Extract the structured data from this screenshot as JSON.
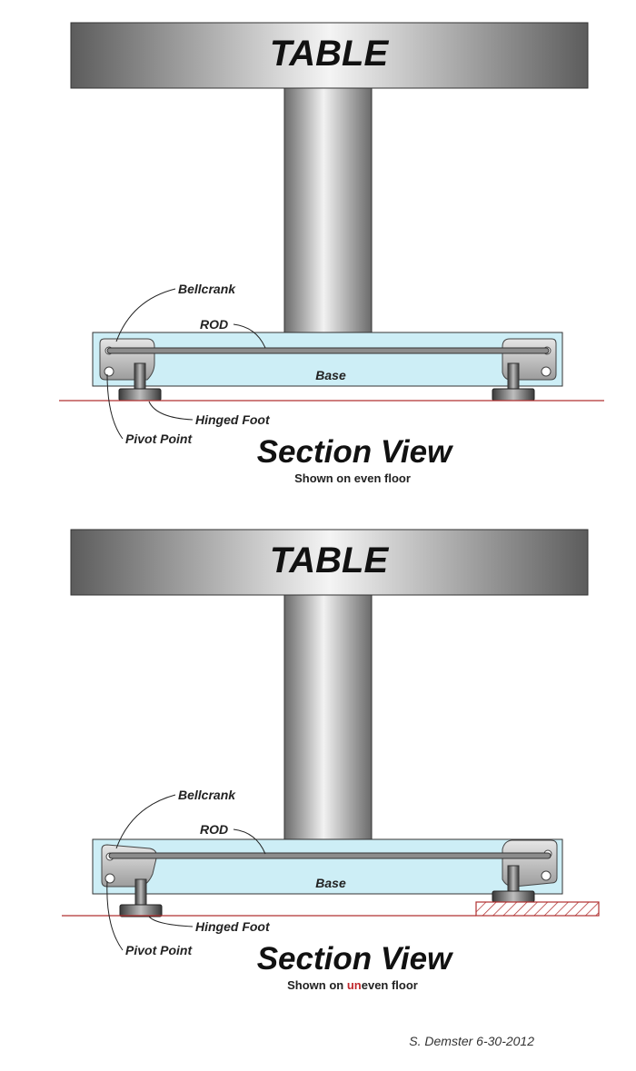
{
  "views": [
    {
      "table_label": "TABLE",
      "labels": {
        "bellcrank": "Bellcrank",
        "rod": "ROD",
        "base": "Base",
        "hinged_foot": "Hinged Foot",
        "pivot_point": "Pivot Point"
      },
      "section_title": "Section View",
      "subtitle": "Shown on even floor"
    },
    {
      "table_label": "TABLE",
      "labels": {
        "bellcrank": "Bellcrank",
        "rod": "ROD",
        "base": "Base",
        "hinged_foot": "Hinged Foot",
        "pivot_point": "Pivot Point"
      },
      "section_title": "Section View",
      "subtitle_before": "Shown on ",
      "subtitle_highlight": "un",
      "subtitle_after": "even floor"
    }
  ],
  "credit": "S. Demster 6-30-2012",
  "colors": {
    "base_fill": "#cdeef6",
    "floor_line": "#b03030",
    "highlight_text": "#c0282d",
    "shim_hatch": "#b03030"
  }
}
